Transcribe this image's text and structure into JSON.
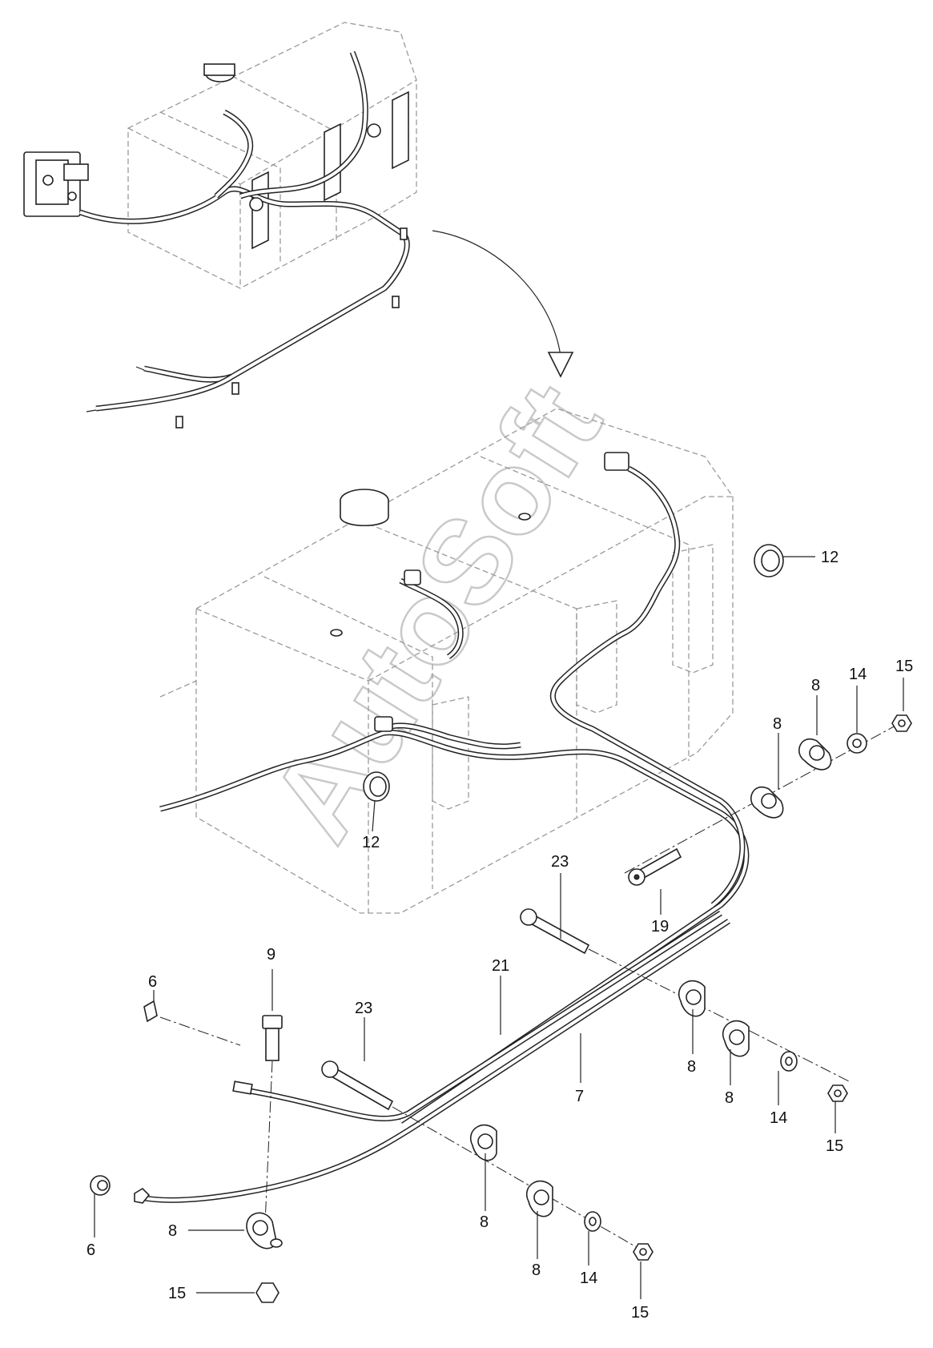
{
  "watermark": "AutoSoft",
  "callouts": {
    "c12_top": "12",
    "c12_bottom": "12",
    "c15_right": "15",
    "c14_right": "14",
    "c8_right_a": "8",
    "c8_right_b": "8",
    "c19": "19",
    "c23_top": "23",
    "c21": "21",
    "c9": "9",
    "c6_top": "6",
    "c23_mid": "23",
    "c7": "7",
    "c8_mid_a": "8",
    "c8_mid_b": "8",
    "c14_mid": "14",
    "c15_mid": "15",
    "c6_bottom": "6",
    "c8_left": "8",
    "c15_left": "15",
    "c8_low_a": "8",
    "c8_low_b": "8",
    "c14_low": "14",
    "c15_low": "15"
  }
}
